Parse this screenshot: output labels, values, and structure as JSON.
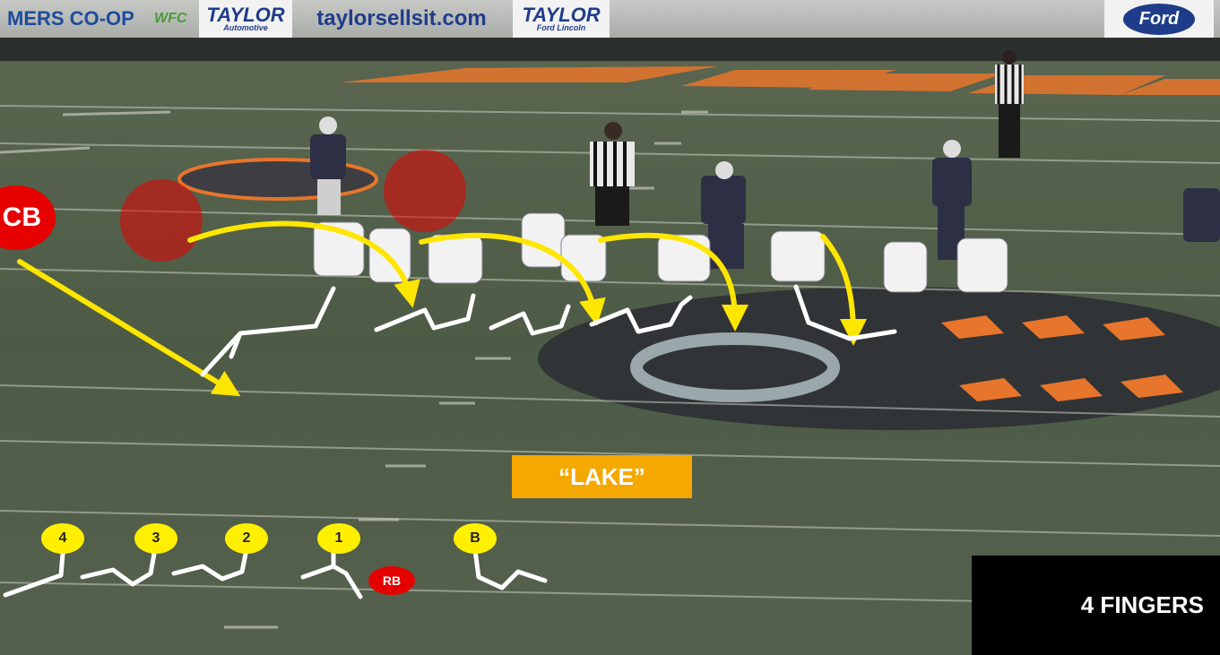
{
  "banner": {
    "coop_text": "MERS CO-OP",
    "wfc_text": "WFC",
    "sponsor_logo_1": "TAYLOR",
    "sponsor_logo_1_sub": "Automotive",
    "url_text": "taylorsellsit.com",
    "sponsor_logo_2": "TAYLOR",
    "sponsor_logo_2_sub": "Ford Lincoln",
    "ford_text": "Ford"
  },
  "play": {
    "defender_label": "CB",
    "back_label": "RB",
    "call_name": "“LAKE”",
    "signal": "4 FINGERS"
  },
  "receivers": [
    "4",
    "3",
    "2",
    "1",
    "B"
  ],
  "colors": {
    "field_green": "#4c5a45",
    "arrow_yellow": "#ffe600",
    "defender_red": "#e60000",
    "call_orange": "#f5a800",
    "badge_yellow": "#ffef00",
    "end_zone_orange": "#e8752c",
    "home_jersey": "#2d2f45",
    "away_jersey": "#f2f2f2"
  }
}
